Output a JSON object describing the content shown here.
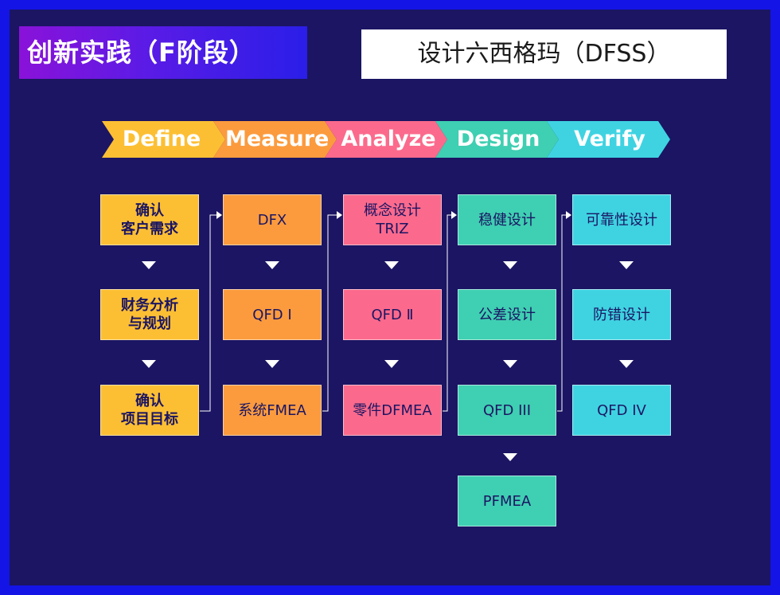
{
  "badge": "创新实践（F阶段）",
  "title": "设计六西格玛（DFSS）",
  "phases": [
    {
      "label": "Define",
      "color": "#fcbf34"
    },
    {
      "label": "Measure",
      "color": "#fb9b3e"
    },
    {
      "label": "Analyze",
      "color": "#fb6a8c"
    },
    {
      "label": "Design",
      "color": "#3fcfb2"
    },
    {
      "label": "Verify",
      "color": "#3fd3e2"
    }
  ],
  "columns": [
    {
      "items": [
        "确认\n客户需求",
        "财务分析\n与规划",
        "确认\n项目目标"
      ]
    },
    {
      "items": [
        "DFX",
        "QFD Ⅰ",
        "系统FMEA"
      ]
    },
    {
      "items": [
        "概念设计\nTRIZ",
        "QFD Ⅱ",
        "零件DFMEA"
      ]
    },
    {
      "items": [
        "稳健设计",
        "公差设计",
        "QFD III",
        "PFMEA"
      ]
    },
    {
      "items": [
        "可靠性设计",
        "防错设计",
        "QFD IV"
      ]
    }
  ]
}
